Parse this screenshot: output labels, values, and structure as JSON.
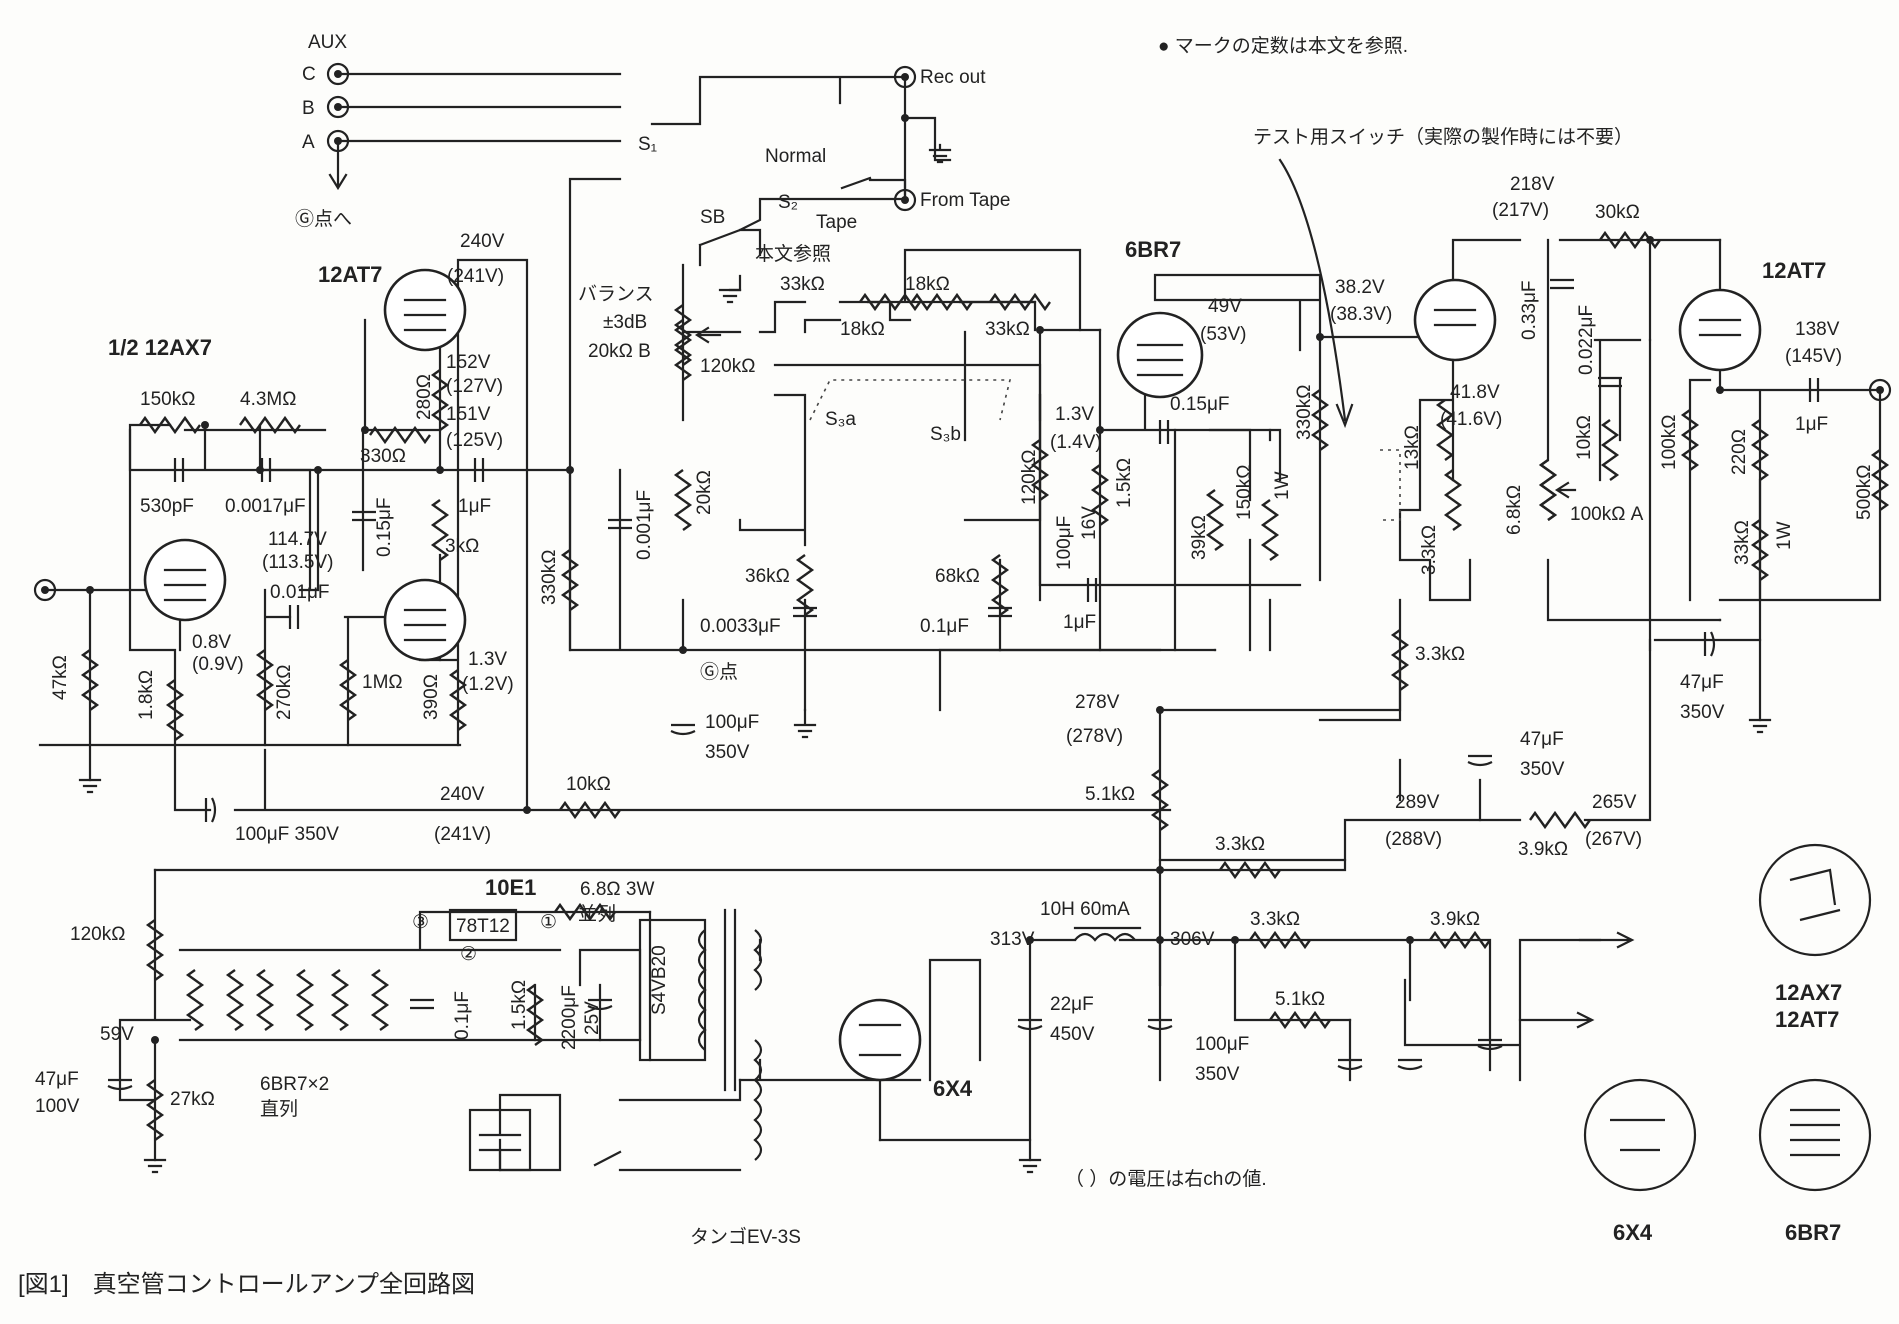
{
  "caption": "[図1]　真空管コントロールアンプ全回路図",
  "notes": {
    "mark": "● マークの定数は本文を参照.",
    "test_switch": "テスト用スイッチ（実際の製作時には不要）",
    "right_ch": "（ ）の電圧は右chの値."
  },
  "tubes": {
    "v1": "1/2 12AX7",
    "v2": "12AT7",
    "v3": "6BR7",
    "v4": "12AT7",
    "rect": "6X4",
    "heater": "6BR7×2",
    "heater2": "直列",
    "diode": "10E1",
    "reg": "78T12",
    "bridge": "S4VB20",
    "trans": "タンゴEV-3S"
  },
  "io": {
    "aux": "AUX",
    "c": "C",
    "b": "B",
    "a": "A",
    "g_to": "Ⓖ点へ",
    "g_pt": "Ⓖ点",
    "rec_out": "Rec out",
    "from_tape": "From Tape",
    "normal": "Normal",
    "tape": "Tape",
    "s1": "S₁",
    "s2": "S₂",
    "sb": "SB",
    "honbun": "本文参照",
    "s3a": "S₃a",
    "s3b": "S₃b"
  },
  "labels": {
    "balance": "バランス",
    "bal_db": "±3dB",
    "bal_pot": "20kΩ B",
    "r150k": "150kΩ",
    "r4_3M": "4.3MΩ",
    "c530p": "530pF",
    "c0017": "0.0017μF",
    "v114": "114.7V",
    "v113": "(113.5V)",
    "c001a": "0.01μF",
    "r47k": "47kΩ",
    "r1_8k": "1.8kΩ",
    "v0_8": "0.8V",
    "v0_9": "(0.9V)",
    "r270k": "270kΩ",
    "r1M": "1MΩ",
    "r390": "390Ω",
    "v1_3": "1.3V",
    "v1_2": "(1.2V)",
    "v240": "240V",
    "v241": "(241V)",
    "r280": "280Ω",
    "v152": "152V",
    "v127": "(127V)",
    "v151": "151V",
    "v125": "(125V)",
    "r330": "330Ω",
    "c015": "0.15μF",
    "c1u": "1μF",
    "r3k": "3kΩ",
    "c100u": "100μF 350V",
    "r10k": "10kΩ",
    "v240b": "240V",
    "v241b": "(241V)",
    "r330k": "330kΩ",
    "c0001": "0.001μF",
    "r20k": "20kΩ",
    "r33k": "33kΩ",
    "r18k": "18kΩ",
    "r18kb": "18kΩ",
    "r33kb": "33kΩ",
    "r120k": "120kΩ",
    "r36k": "36kΩ",
    "c0033": "0.0033μF",
    "r68k": "68kΩ",
    "c01u": "0.1μF",
    "c100s": "100μF",
    "v350": "350V",
    "v49": "49V",
    "v53": "(53V)",
    "v1_3b": "1.3V",
    "v14": "(1.4V)",
    "r1_5k": "1.5kΩ",
    "c015b": "0.15μF",
    "r150kb": "150kΩ",
    "r39k": "39kΩ",
    "r330kb": "330kΩ",
    "w1": "1W",
    "r120kb": "120kΩ",
    "c100_16": "100μF",
    "v16": "16V",
    "c1ub": "1μF",
    "v38_2": "38.2V",
    "v38_3": "(38.3V)",
    "v41_8": "41.8V",
    "v41_6": "(41.6V)",
    "r13k": "13kΩ",
    "r3_3k": "3.3kΩ",
    "r6_8k": "6.8kΩ",
    "r3_3kb": "3.3kΩ",
    "v218": "218V",
    "v217": "(217V)",
    "r30k": "30kΩ",
    "c033": "0.33μF",
    "c0022": "0.022μF",
    "r10kb": "10kΩ",
    "pot100k": "100kΩ A",
    "r100k": "100kΩ",
    "r220": "220Ω",
    "v138": "138V",
    "v145": "(145V)",
    "c1uc": "1μF",
    "r500k": "500kΩ",
    "r33kc": "33kΩ",
    "w1b": "1W",
    "c47": "47μF",
    "v350b": "350V",
    "v278": "278V",
    "v278b": "(278V)",
    "r5_1k": "5.1kΩ",
    "c47b": "47μF",
    "v350c": "350V",
    "v289": "289V",
    "v288": "(288V)",
    "r3_9k": "3.9kΩ",
    "v265": "265V",
    "v267": "(267V)",
    "r3_3kc": "3.3kΩ",
    "r120kc": "120kΩ",
    "v59": "59V",
    "c47c": "47μF",
    "v100": "100V",
    "r27k": "27kΩ",
    "r6_8": "6.8Ω 3W",
    "heiretsu": "並列",
    "c01uc": "0.1μF",
    "r1_5kb": "1.5kΩ",
    "c2200": "2200μF",
    "v25": "25V",
    "choke": "10H 60mA",
    "v313": "313V",
    "c22": "22μF",
    "v450": "450V",
    "v306": "306V",
    "c100d": "100μF",
    "v350d": "350V",
    "r3_3kd": "3.3kΩ",
    "r3_9kb": "3.9kΩ",
    "r5_1kb": "5.1kΩ",
    "pin1": "①",
    "pin2": "②",
    "pin3": "③"
  },
  "basing": {
    "b1": "12AX7",
    "b2": "12AT7",
    "b3": "6X4",
    "b4": "6BR7"
  }
}
